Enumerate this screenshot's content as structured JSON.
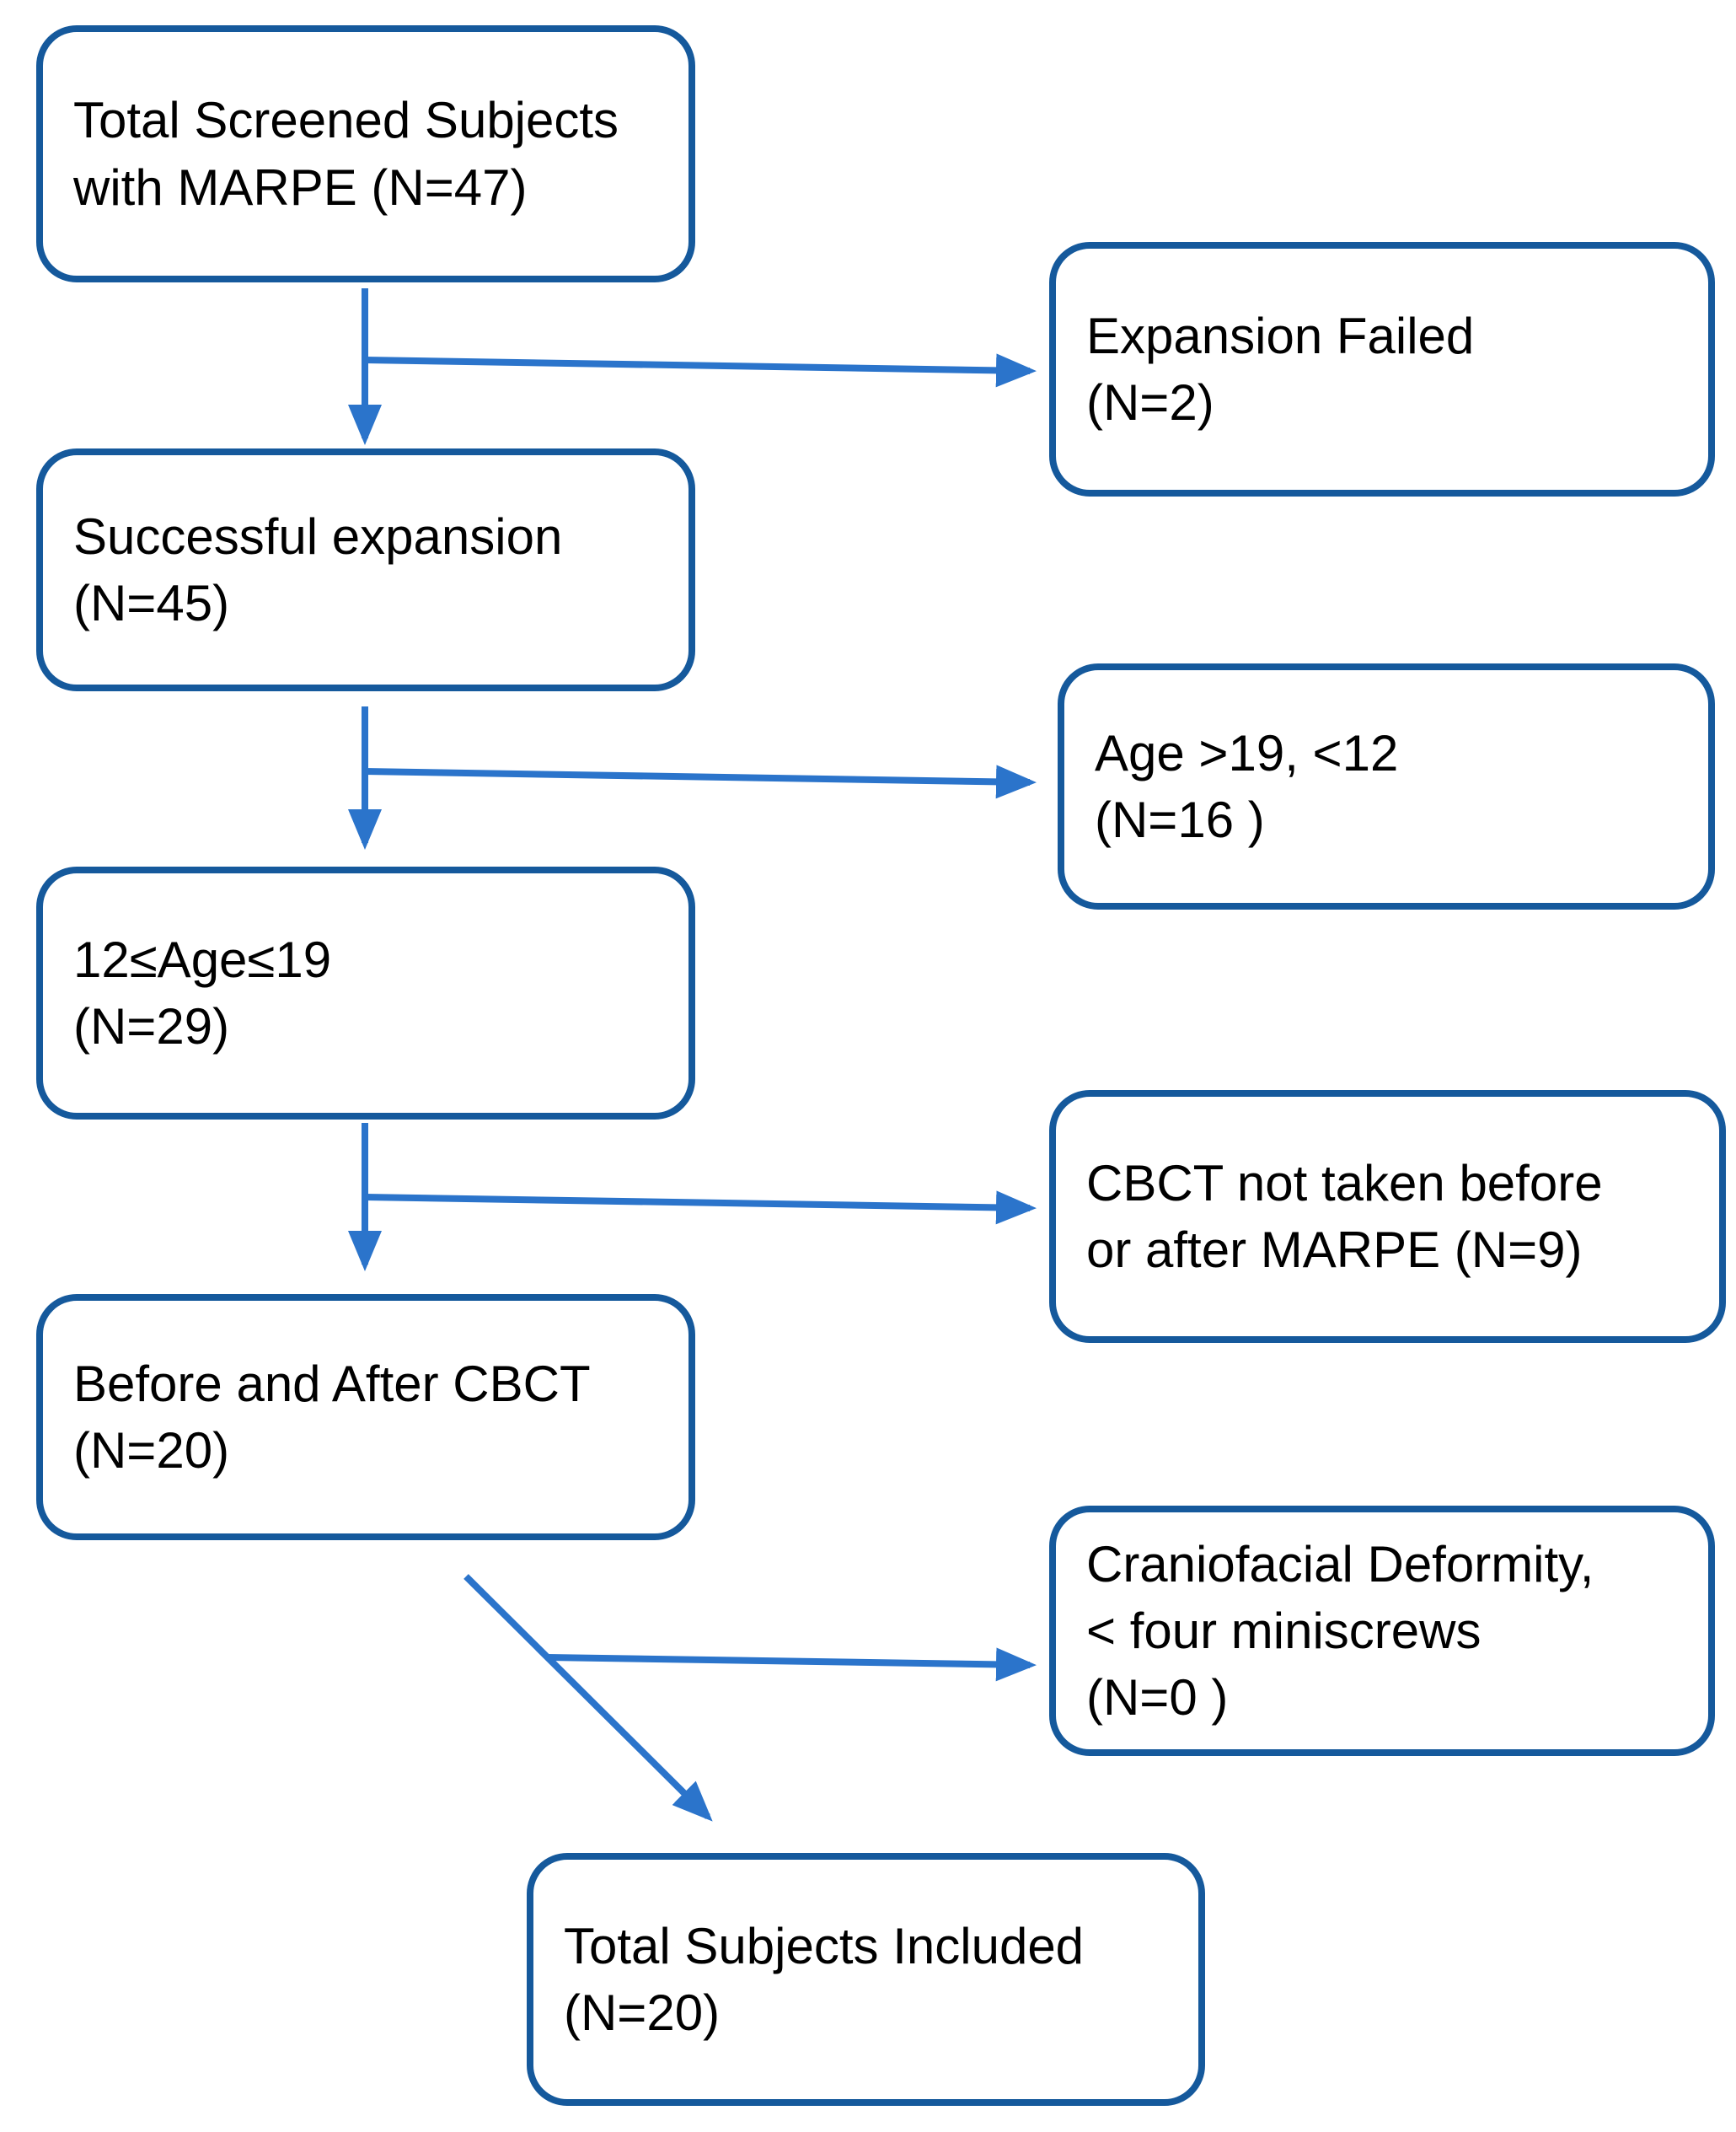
{
  "figure": {
    "type": "flowchart",
    "description": "Subject selection flow diagram for MARPE study"
  },
  "colors": {
    "background": "#ffffff",
    "box_border": "#15599c",
    "arrow": "#2b74cb",
    "text": "#000000"
  },
  "boxes": {
    "total_screened": {
      "lines": [
        "Total Screened Subjects",
        "with MARPE (N=47)"
      ],
      "count": 47
    },
    "expansion_failed": {
      "lines": [
        "Expansion Failed",
        "(N=2)"
      ],
      "count": 2
    },
    "successful_expansion": {
      "lines": [
        "Successful expansion",
        "(N=45)"
      ],
      "count": 45
    },
    "age_excluded": {
      "lines": [
        "Age >19, <12",
        "(N=16 )"
      ],
      "count": 16
    },
    "age_included": {
      "lines": [
        "12≤Age≤19",
        "(N=29)"
      ],
      "count": 29
    },
    "cbct_not_taken": {
      "lines": [
        "CBCT not taken before",
        "or after MARPE (N=9)"
      ],
      "count": 9
    },
    "before_after_cbct": {
      "lines": [
        "Before and After CBCT",
        "(N=20)"
      ],
      "count": 20
    },
    "craniofacial_deformity": {
      "lines": [
        "Craniofacial Deformity,",
        "< four miniscrews",
        "(N=0 )"
      ],
      "count": 0
    },
    "total_included": {
      "lines": [
        "Total Subjects Included",
        "(N=20)"
      ],
      "count": 20
    }
  }
}
